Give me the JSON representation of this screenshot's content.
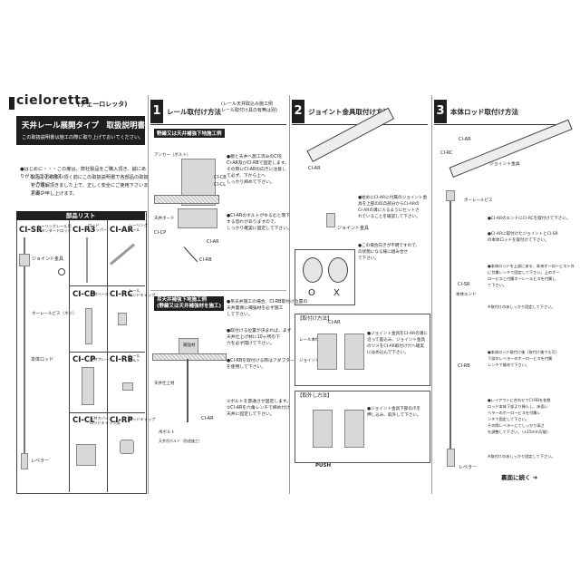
{
  "header": {
    "brand": "cieloretta",
    "brand_sub": "(チェーロレッタ)",
    "title": "天井レール展開タイプ　取扱説明書",
    "title_note": "この取扱説明書は施工の際に取り上げておいてください。"
  },
  "intro": {
    "text_lines": [
      "●はじめに・・・この度は、弊社製品をご購入頂き、誠にありがとうございます。",
      "製品をお取扱い頂く前にこの取扱説明書で各部品の取扱い方法",
      "をご理解頂きました上で、正しく安全にご使用下さいますよう",
      "お願い申し上げます。"
    ]
  },
  "parts": {
    "heading": "部品リスト",
    "items": [
      {
        "code": "CI-SR",
        "name": "シーリングレール用\nスタンダードロッド"
      },
      {
        "code": "CI-R3",
        "name": "ロッド\nキャッパー"
      },
      {
        "code": "CI-AR",
        "name": "シーリング\nレール"
      },
      {
        "code": "CI-CB",
        "name": "天井ベース"
      },
      {
        "code": "CI-RC",
        "name": "レール\nエンドキャップ"
      },
      {
        "code": "CI-CP",
        "name": "天井プレート"
      },
      {
        "code": "CI-RB",
        "name": "レール\nボルト"
      },
      {
        "code": "CI-CL",
        "name": "天井カバー\nロッドキャップ用"
      },
      {
        "code": "CI-RP",
        "name": "ロッドキャップ"
      }
    ],
    "labels": {
      "joint": "ジョイント金具",
      "rail_bolt": "ホーレールビス（ネジ）",
      "rod_body": "本体ロッド",
      "leveler": "レベラー"
    }
  },
  "section1": {
    "num": "1",
    "title": "レール取付け方法",
    "note": "(レール天井取込み施工例\nレール取付け具の有無は別)",
    "band1": "野縁又は天井補強下地施工例",
    "band2": "吊天井補強下地施工例\n(野縁又は天井補強材を施工)",
    "labels": {
      "anchor": "アンカー（ボルト）",
      "cicb": "CI-CB",
      "cicl": "CI-CL",
      "ceiling_board": "天井ボード",
      "cicp": "CI-CP",
      "ciar": "CI-AR",
      "cirb": "CI-RB",
      "joist": "補強材",
      "ceiling_surface": "天井仕上材",
      "ceiling_rod": "吊ボルト",
      "hanger": "天井吊ボルト（別途施工）",
      "ciar2": "CI-AR"
    },
    "steps": [
      "●親と天井へ施工済みのCIを\nCI-AR及びCI-RBで固定します。\nその際にCI-ARの向きに注意し\nて必ず、下から上へ\nしっかり締めて下さい。",
      "●CI-ARのボルトがゆるむと落下\nする恐れがありますので、\nしっかり確実に固定して下さい。",
      "●吊天井施工の場合、CI-RB取付け位置の\n天井裏側に補強材を必ず施工\nして下さい。",
      "●取付ける位置が決まれば、まず\n天井仕上げ材に10ヶ所の下\n穴を必ず開けて下さい。",
      "●CI-RBを取付ける際はアダプター\nを使用して下さい。",
      "①ボルトを貫通させ固定します。\n②CI-ARを六角レンチで締め付け\n天井に固定して下さい。"
    ]
  },
  "section2": {
    "num": "2",
    "title": "ジョイント金具取付け方法",
    "labels": {
      "ciar": "CI-AR",
      "joint": "ジョイント金具",
      "ok": "O",
      "ng": "X",
      "attach_heading": "【取付け方法】",
      "detach_heading": "【取外し方法】",
      "rail_part": "レール本体",
      "joint_part": "ジョイント部",
      "push": "PUSH"
    },
    "steps": [
      "●始めにCI-ARに付属のジョイント金\n具を上部の凹凸部分からCI-ARの\nCI-ARの溝に入るようにセットさ\nれていることを確認して下さい。",
      "●この場合向きが不明ですので、\nの状態になる様に組み合せ\nて下さい。",
      "●ジョイント金具をCI-ARの溝に\n沿って差込み、ジョイント金具\nのツメをCI-AR取付け穴へ確実\nにはめ込んで下さい。",
      "●ジョイント金具下部の爪を\n押し込み、取外して下さい。"
    ]
  },
  "section3": {
    "num": "3",
    "title": "本体ロッド取付け方法",
    "labels": {
      "ciar": "CI-AR",
      "circ": "CI-RC",
      "joint": "ジョイント金具",
      "bolt_screw": "ボーレールビス",
      "cisr": "CI-SR",
      "rod_end": "本体エンド",
      "cirb": "CI-RB",
      "leveler": "レベラー"
    },
    "steps": [
      "●CI-ARのエンドにCI-RCを取付けて下さい。",
      "●CI-ARに取付けたジョイントとCI-SR\nの本体ロッドを取付けて下さい。",
      "●本体ロッドを上部にある、本来オーロービスト外\nに付属レンチで固定して下さい。上のオー\nロービスと付属ホーレールビスを付属し\nて下さい。",
      "※取付けのあしっかり固定して下さい。",
      "●本体ロッド取付け後（取付け後でも可）\n下部のレベラーのホーロービスを付属\nレンチで緩めて下さい。",
      "●レイアウトに合わせてCI-RBを各数\nロッド本体下部より挿入し、床面レ\nベラーのホーロービスを付属レ\nンチで固定して下さい。\nその際レベラーにてしっかり高さ\nを調整して下さい。（±15mm可能）",
      "※取付けのあしっかり固定して下さい。"
    ],
    "next_page": "裏面に続く ➜"
  }
}
